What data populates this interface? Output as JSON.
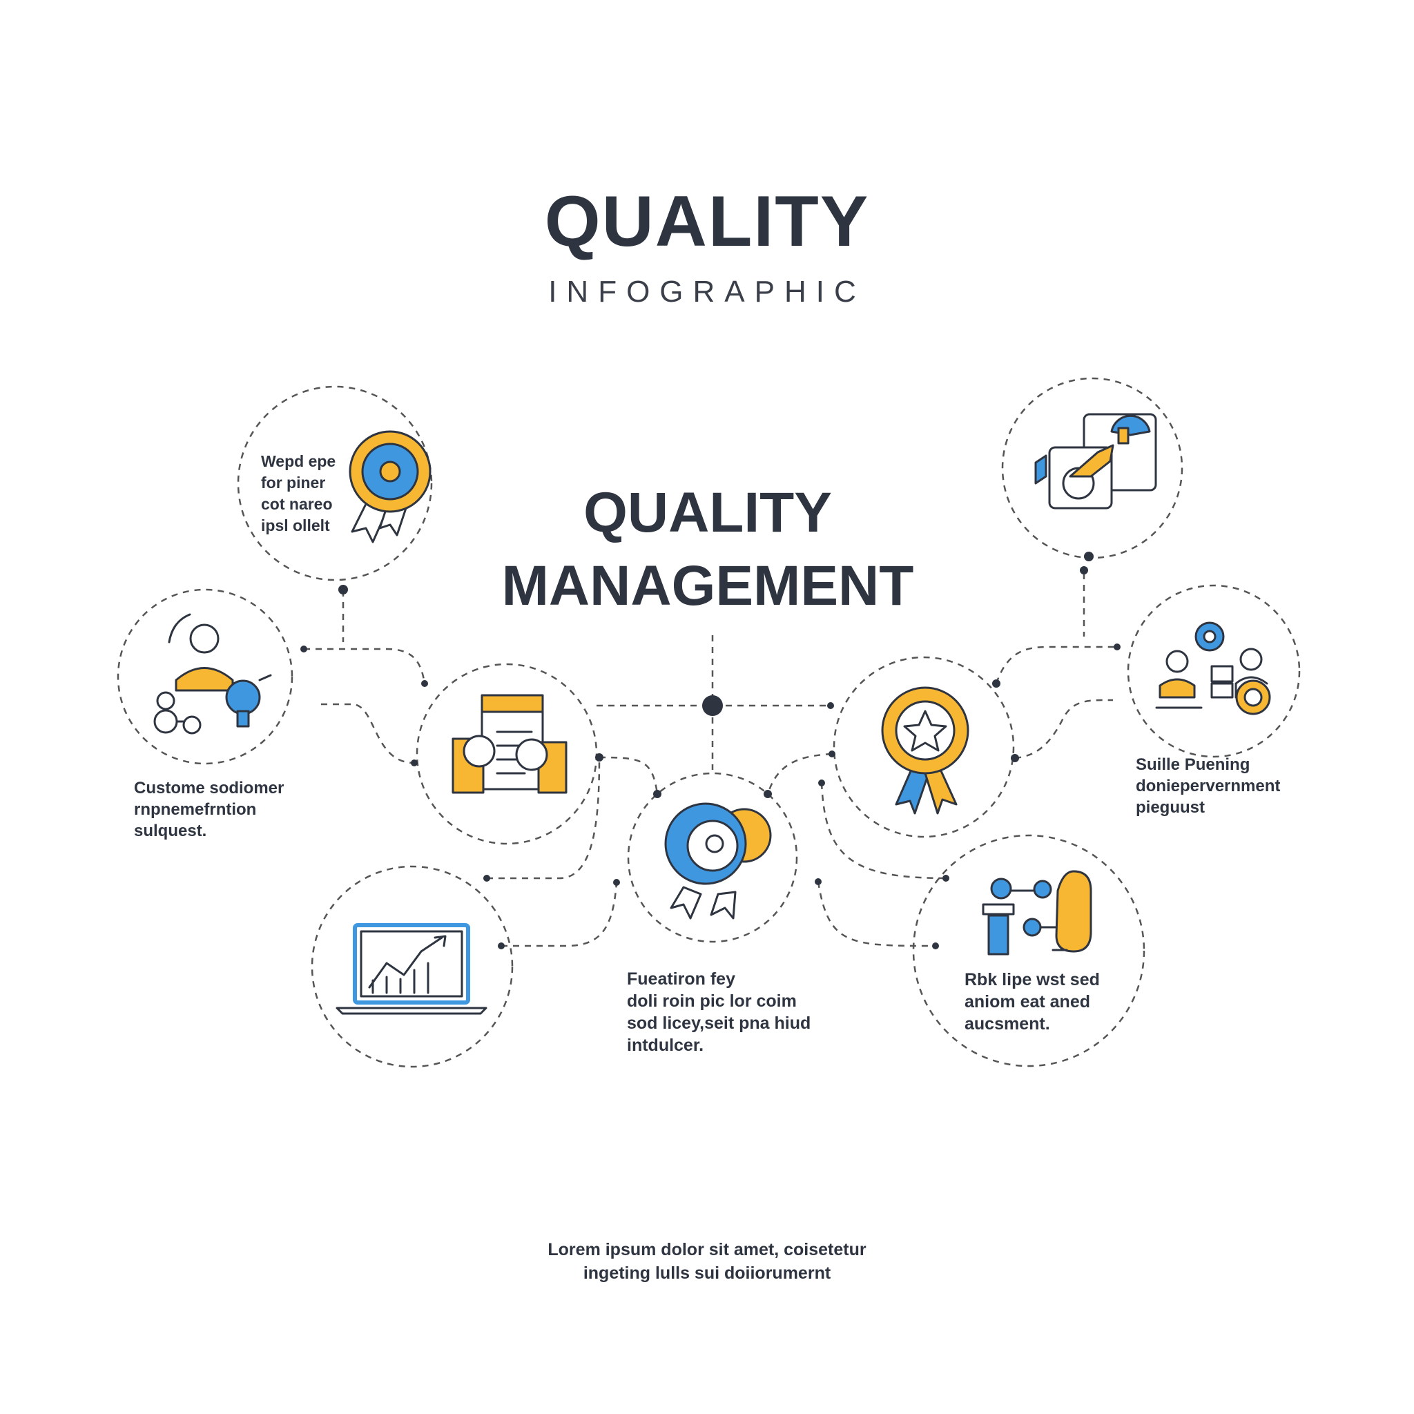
{
  "header": {
    "title": "QUALITY",
    "subtitle": "INFOGRAPHIC"
  },
  "center": {
    "line1": "QUALITY",
    "line2": "MANAGEMENT"
  },
  "labels": {
    "top_left": [
      "Wepd epe",
      "for piner",
      "cot nareo",
      "ipsl ollelt"
    ],
    "left": [
      "Custome sodiomer",
      "rnpnemefrntion",
      "sulquest."
    ],
    "center_bottom": [
      "Fueatiron fey",
      "doli roin pic lor coim",
      "sod licey,seit pna hiud",
      "intdulcer."
    ],
    "right_bottom": [
      "Rbk lipe wst sed",
      "aniom eat aned",
      "aucsment."
    ],
    "right": [
      "Suille Puening",
      "doniepervernment",
      "pieguust"
    ]
  },
  "footer": {
    "line1": "Lorem ipsum dolor sit amet, coisetetur",
    "line2": "ingeting lulls sui doiiorumernt"
  },
  "colors": {
    "dark": "#2e3440",
    "yellow": "#f7b733",
    "blue": "#3f97e0",
    "dash": "#555555"
  },
  "icons": {
    "top_left": "medal-badge-icon",
    "left": "customer-team-icon",
    "mid_left": "document-review-icon",
    "lower_left": "laptop-chart-icon",
    "center": "award-ribbon-icon",
    "mid_right": "star-rosette-icon",
    "top_right": "report-hand-icon",
    "right": "team-gears-icon",
    "lower_right": "process-flow-icon"
  }
}
